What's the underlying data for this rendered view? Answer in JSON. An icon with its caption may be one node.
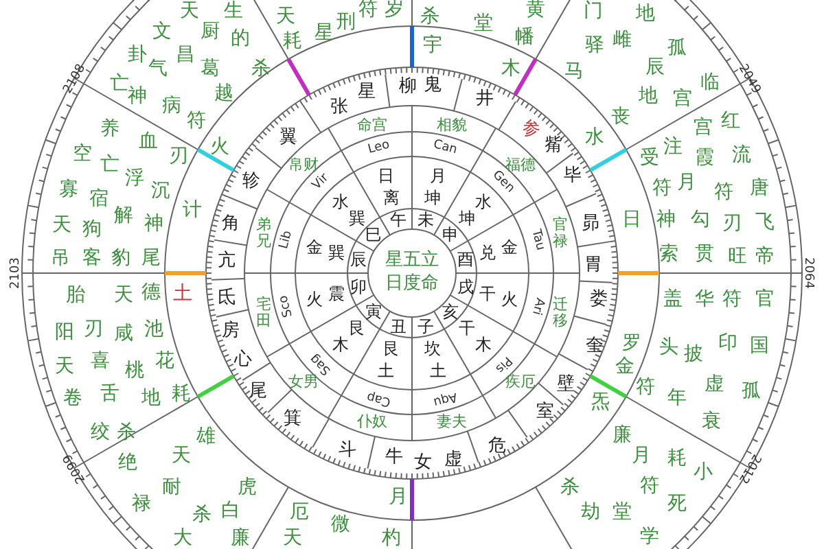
{
  "diagram": {
    "nodes": [
      {
        "text": [
          "星五立日度命"
        ]
      }
    ],
    "labels": [
      "天",
      "生",
      "天",
      "符",
      "岁",
      "文",
      "厨",
      "的",
      "耗",
      "星",
      "刑",
      "卦",
      "气",
      "昌",
      "葛",
      "杀",
      "亡",
      "神",
      "病",
      "越",
      "养",
      "血",
      "符",
      "空",
      "亡",
      "刃",
      "寡",
      "宿",
      "浮",
      "沉",
      "天",
      "狗",
      "解",
      "神",
      "吊",
      "客",
      "豹",
      "尾",
      "杀",
      "宇",
      "堂",
      "黄",
      "幡",
      "门",
      "驿",
      "马",
      "地",
      "雌",
      "孤",
      "辰",
      "地",
      "宫",
      "临",
      "丧",
      "宫",
      "红",
      "受",
      "注",
      "霞",
      "流",
      "符",
      "月",
      "符",
      "唐",
      "神",
      "勾",
      "刃",
      "飞",
      "索",
      "贯",
      "旺",
      "帝",
      "胎",
      "天",
      "德",
      "阳",
      "刃",
      "咸",
      "池",
      "天",
      "喜",
      "桃",
      "花",
      "卷",
      "舌",
      "地",
      "耗",
      "绞",
      "杀",
      "绝",
      "天",
      "雄",
      "耐",
      "禄",
      "杀",
      "大",
      "虎",
      "白",
      "廉",
      "厄",
      "天",
      "微",
      "杓",
      "盖",
      "华",
      "符",
      "官",
      "头",
      "披",
      "印",
      "国",
      "符",
      "年",
      "虚",
      "孤",
      "衰",
      "廉",
      "月",
      "耗",
      "小",
      "符",
      "死",
      "杀",
      "劫",
      "堂",
      "学",
      "火",
      "计",
      "土",
      "月",
      "炁",
      "金",
      "罗",
      "日",
      "水",
      "木",
      "张",
      "星",
      "柳",
      "鬼",
      "井",
      "参",
      "觜",
      "毕",
      "昴",
      "胃",
      "娄",
      "奎",
      "壁",
      "室",
      "斗",
      "牛",
      "女",
      "虚",
      "危",
      "箕",
      "尾",
      "心",
      "房",
      "氐",
      "亢",
      "角",
      "轸",
      "翼",
      "命宫",
      "相貌",
      "福德",
      "官禄",
      "迁移",
      "疾厄",
      "仆奴",
      "妻夫",
      "女男",
      "宅田",
      "弟兄",
      "帛财",
      "Leo",
      "Can",
      "Gen",
      "Tau",
      "Ari",
      "Pis",
      "Cap",
      "Aqu",
      "Sag",
      "Sco",
      "Lib",
      "Vir",
      "日",
      "离",
      "午",
      "月",
      "坤",
      "未",
      "水",
      "坤",
      "申",
      "酉",
      "兑",
      "金",
      "戌",
      "干",
      "火",
      "木",
      "干",
      "亥",
      "土",
      "坎",
      "子",
      "土",
      "艮",
      "丑",
      "木",
      "艮",
      "寅",
      "火",
      "震",
      "卯",
      "金",
      "巽",
      "辰",
      "水",
      "巽",
      "巳",
      "2108",
      "2049",
      "2103",
      "2064",
      "2099",
      "2012"
    ]
  }
}
